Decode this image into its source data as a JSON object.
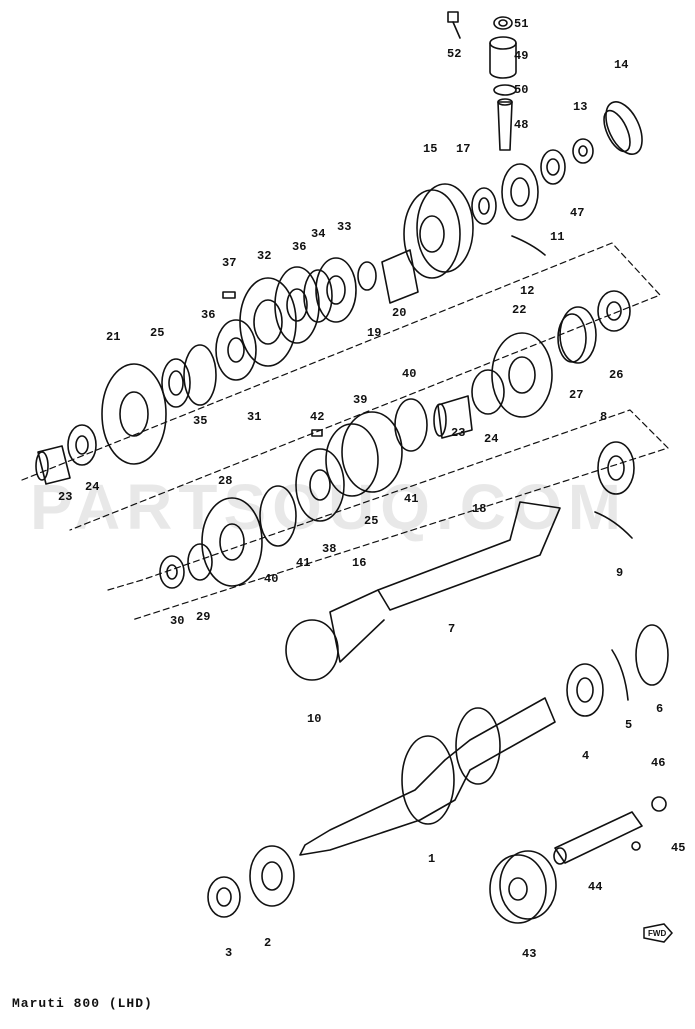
{
  "caption": "Maruti 800 (LHD)",
  "watermark": "PARTSOUQ.COM",
  "direction_label": "FWD",
  "colors": {
    "line": "#111111",
    "paper": "#ffffff",
    "watermark": "#d8d8d8"
  },
  "labels": [
    "51",
    "52",
    "49",
    "50",
    "48",
    "14",
    "13",
    "47",
    "15",
    "17",
    "11",
    "12",
    "37",
    "32",
    "36",
    "34",
    "33",
    "20",
    "19",
    "21",
    "25",
    "36",
    "31",
    "35",
    "22",
    "26",
    "27",
    "40",
    "39",
    "42",
    "24",
    "23",
    "23",
    "24",
    "8",
    "28",
    "18",
    "25",
    "41",
    "38",
    "16",
    "40",
    "41",
    "30",
    "29",
    "9",
    "7",
    "10",
    "6",
    "5",
    "4",
    "46",
    "1",
    "45",
    "44",
    "3",
    "2",
    "43"
  ]
}
